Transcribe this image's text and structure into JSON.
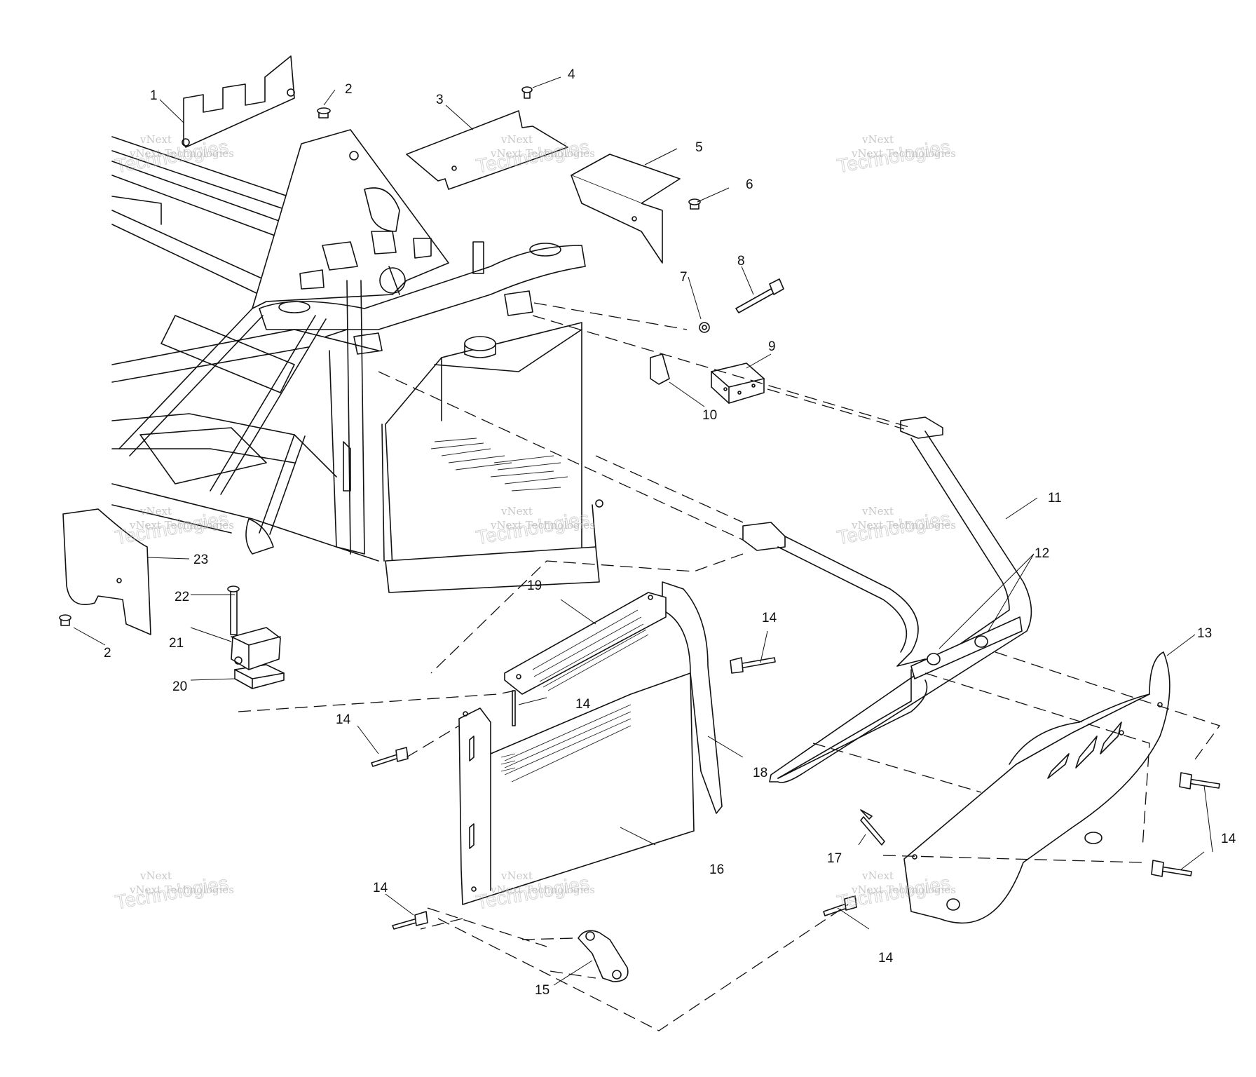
{
  "callouts": [
    {
      "n": "1"
    },
    {
      "n": "2"
    },
    {
      "n": "3"
    },
    {
      "n": "4"
    },
    {
      "n": "5"
    },
    {
      "n": "6"
    },
    {
      "n": "7"
    },
    {
      "n": "8"
    },
    {
      "n": "9"
    },
    {
      "n": "10"
    },
    {
      "n": "11"
    },
    {
      "n": "12"
    },
    {
      "n": "13"
    },
    {
      "n": "14"
    },
    {
      "n": "15"
    },
    {
      "n": "16"
    },
    {
      "n": "17"
    },
    {
      "n": "18"
    },
    {
      "n": "19"
    },
    {
      "n": "20"
    },
    {
      "n": "21"
    },
    {
      "n": "22"
    },
    {
      "n": "23"
    }
  ],
  "watermark": {
    "line1": "vNext",
    "line2": "vNext Technologies",
    "line3": "Technologies"
  }
}
